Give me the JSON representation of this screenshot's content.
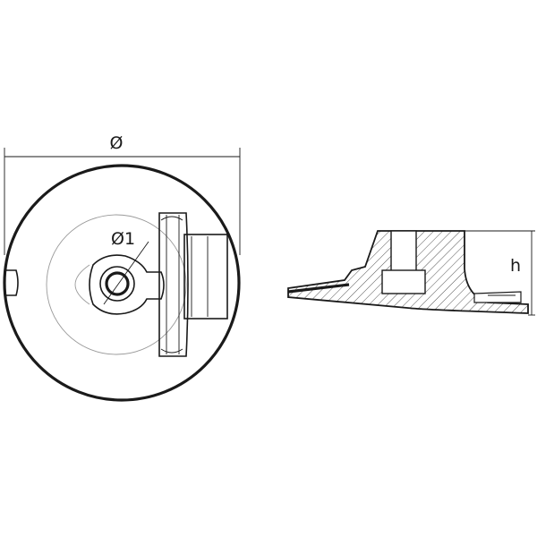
{
  "dimensions": {
    "outer_diameter_label": "Ø",
    "inner_diameter_label": "Ø1",
    "height_label": "h"
  },
  "colors": {
    "line": "#1a1a1a",
    "light_line": "#9a9a9a",
    "hatch": "#555555"
  }
}
